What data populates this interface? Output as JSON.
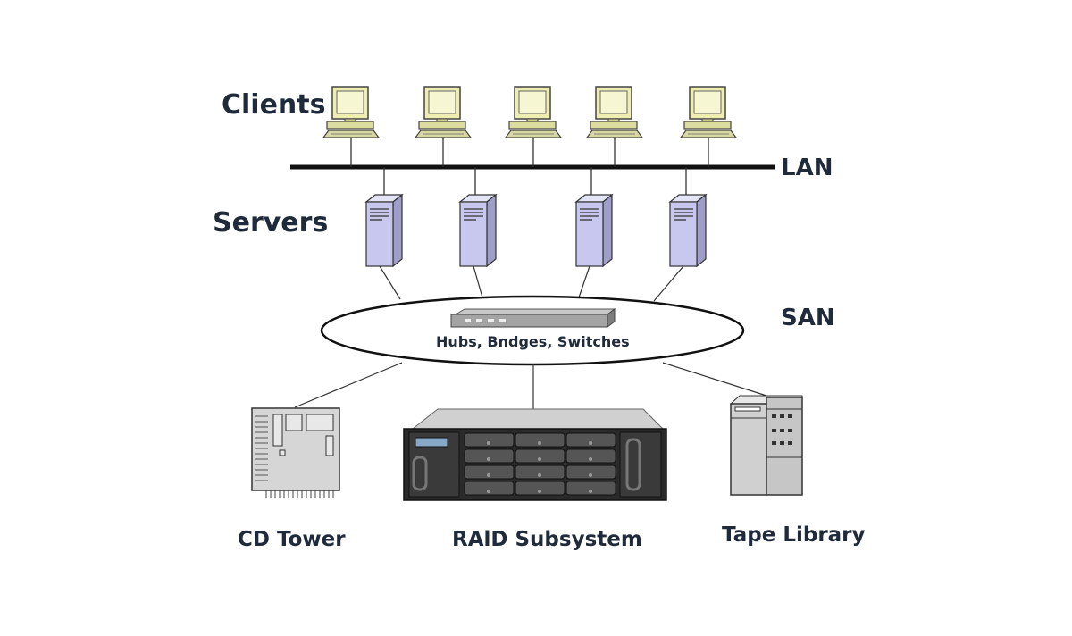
{
  "labels": {
    "clients": "Clients",
    "lan": "LAN",
    "servers": "Servers",
    "san": "SAN",
    "switch_caption": "Hubs, Bndges, Switches",
    "cd_tower": "CD Tower",
    "raid": "RAlD Subsystem",
    "tape_library": "Tape Library"
  },
  "colors": {
    "text": "#1f2a3a",
    "server_fill": "#c8c8ee",
    "monitor_beige": "#eeeeb0",
    "line": "#222222"
  },
  "counts": {
    "clients": 5,
    "servers": 4
  }
}
